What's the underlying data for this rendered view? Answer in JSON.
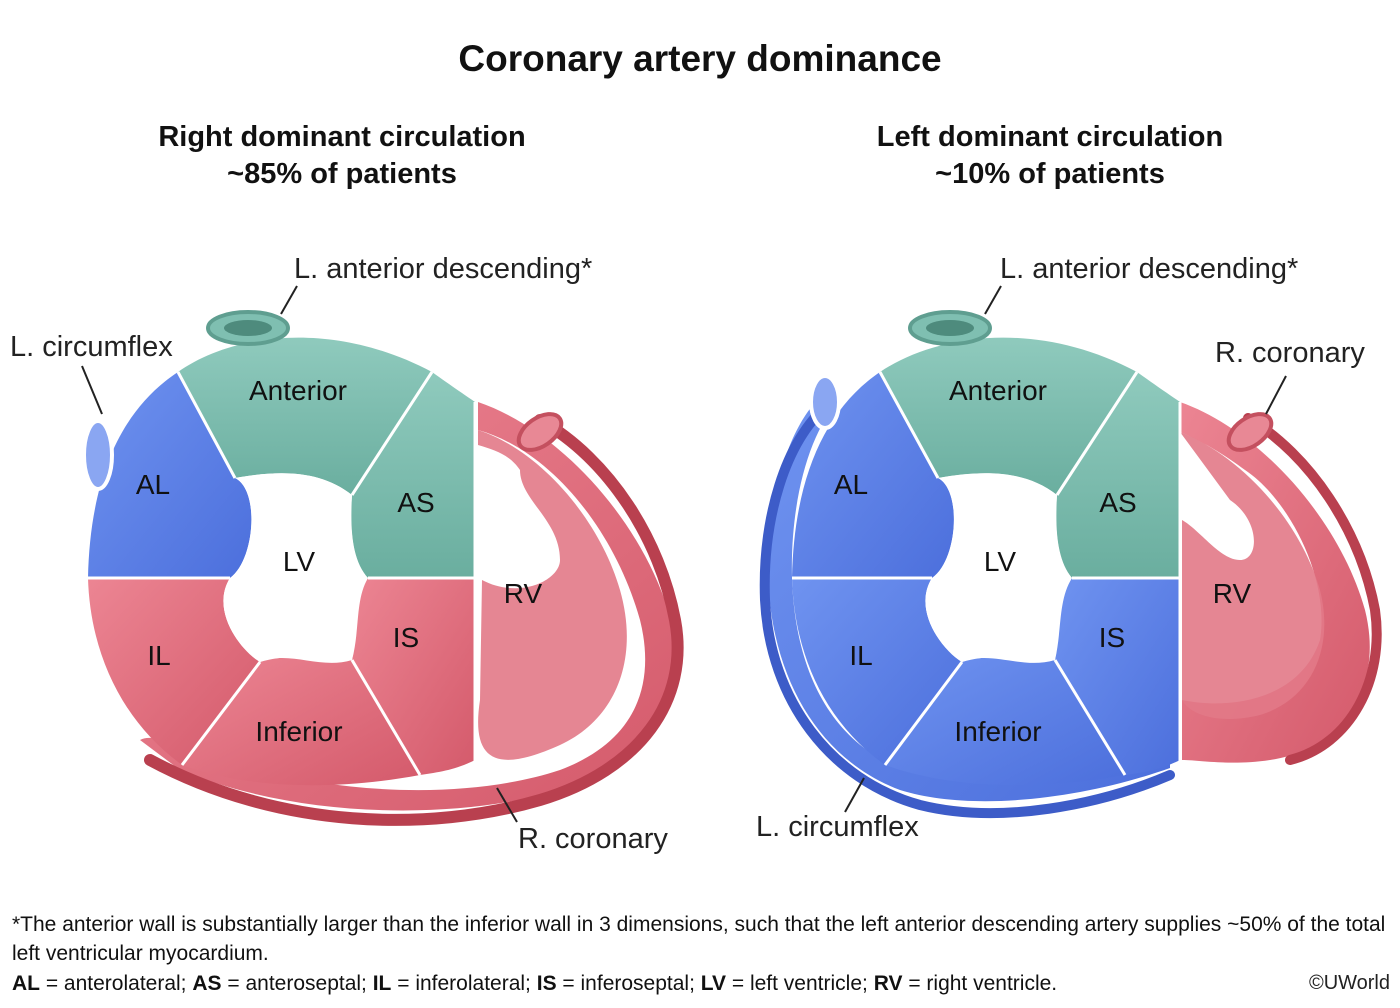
{
  "title": "Coronary artery dominance",
  "panels": [
    {
      "heading": "Right dominant circulation",
      "subheading": "~85% of patients",
      "artery_labels": {
        "lad": "L. anterior descending*",
        "lcx": "L. circumflex",
        "rca": "R. coronary"
      },
      "segments": {
        "anterior": "Anterior",
        "al": "AL",
        "as": "AS",
        "lv": "LV",
        "rv": "RV",
        "il": "IL",
        "is": "IS",
        "inferior": "Inferior"
      }
    },
    {
      "heading": "Left dominant circulation",
      "subheading": "~10% of patients",
      "artery_labels": {
        "lad": "L. anterior descending*",
        "rca": "R. coronary",
        "lcx": "L. circumflex"
      },
      "segments": {
        "anterior": "Anterior",
        "al": "AL",
        "as": "AS",
        "lv": "LV",
        "rv": "RV",
        "il": "IL",
        "is": "IS",
        "inferior": "Inferior"
      }
    }
  ],
  "colors": {
    "lad_green": "#7dbfb2",
    "lcx_blue": "#5b7fe6",
    "rca_red": "#e06d7c"
  },
  "footnote": "*The anterior wall is substantially larger than the inferior wall in 3 dimensions, such that the left anterior descending artery supplies ~50% of the total left ventricular myocardium.",
  "legend": [
    {
      "abbr": "AL",
      "def": " = anterolateral; "
    },
    {
      "abbr": "AS",
      "def": " = anteroseptal; "
    },
    {
      "abbr": "IL",
      "def": " = inferolateral; "
    },
    {
      "abbr": "IS",
      "def": " = inferoseptal; "
    },
    {
      "abbr": "LV",
      "def": " = left ventricle; "
    },
    {
      "abbr": "RV",
      "def": " = right ventricle."
    }
  ],
  "copyright": "©UWorld"
}
